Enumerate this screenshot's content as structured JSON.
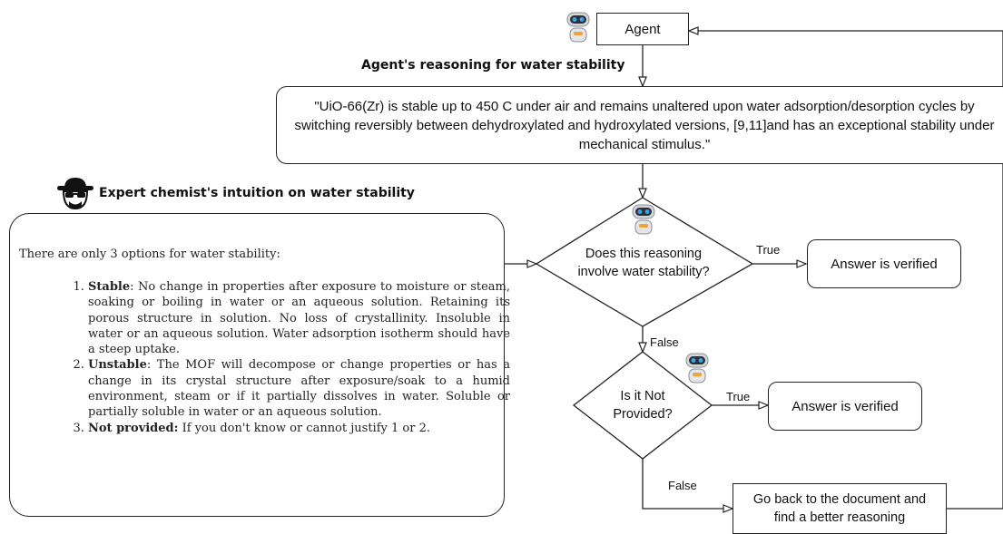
{
  "agent_label": "Agent",
  "reasoning_title": "Agent's reasoning for water stability",
  "reasoning_text": "\"UiO-66(Zr) is stable up to 450 C under air and remains unaltered upon water adsorption/desorption cycles by switching reversibly between dehydroxylated and hydroxylated versions, [9,11]and has an exceptional stability under mechanical stimulus.\"",
  "expert_title": "Expert chemist's intuition on water stability",
  "expert_intro": "There are only 3 options for water stability:",
  "options": [
    {
      "term": "Stable",
      "sep": ":",
      "text": " No change in properties after exposure to moisture or steam, soaking or boiling in water or an aqueous solution. Retaining its porous structure in solution. No loss of crystallinity. Insoluble in water or an aqueous solution. Water adsorption isotherm should have a steep uptake."
    },
    {
      "term": "Unstable",
      "sep": ":",
      "text": " The MOF will decompose or change properties or has a change in its crystal structure after exposure/soak to a humid environment, steam or if it partially dissolves in water. Soluble or partially soluble in water or an aqueous solution."
    },
    {
      "term": "Not provided:",
      "sep": "",
      "text": " If you don't know or cannot justify 1 or 2."
    }
  ],
  "decision1": "Does this reasoning involve water stability?",
  "decision2": "Is it Not Provided?",
  "true_label_1": "True",
  "true_label_2": "True",
  "false_label_1": "False",
  "false_label_2": "False",
  "verified_1": "Answer is verified",
  "verified_2": "Answer is verified",
  "go_back": "Go back to the document and find a better reasoning",
  "icons": {
    "robot": "robot-icon",
    "chemist": "detective-chemist-icon"
  }
}
